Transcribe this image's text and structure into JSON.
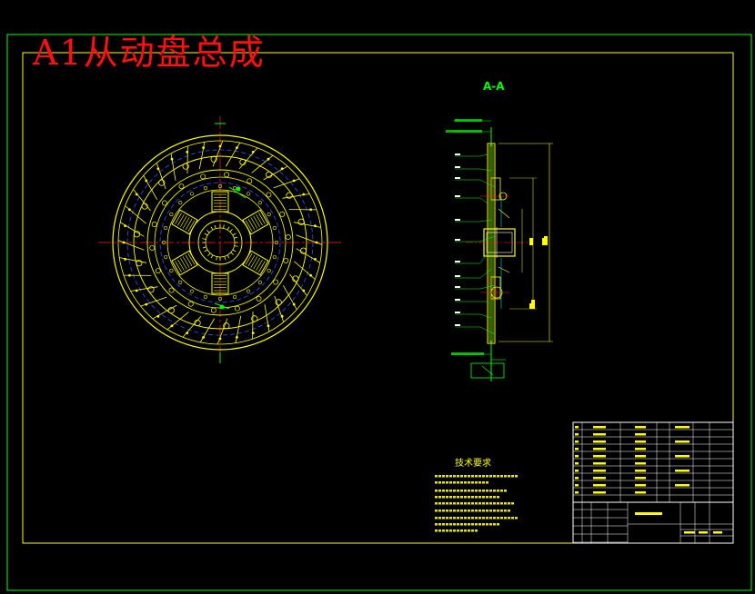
{
  "drawing": {
    "title": "A1从动盘总成",
    "section_view_label": "A-A",
    "technical_requirements_title": "技术要求"
  },
  "colors": {
    "background": "#000000",
    "frame": "#00ff00",
    "outline": "#ffff00",
    "hidden_lines": "#3355ff",
    "center_lines": "#ff2020",
    "dimensions": "#00ffff",
    "title_text": "#ff1010"
  }
}
